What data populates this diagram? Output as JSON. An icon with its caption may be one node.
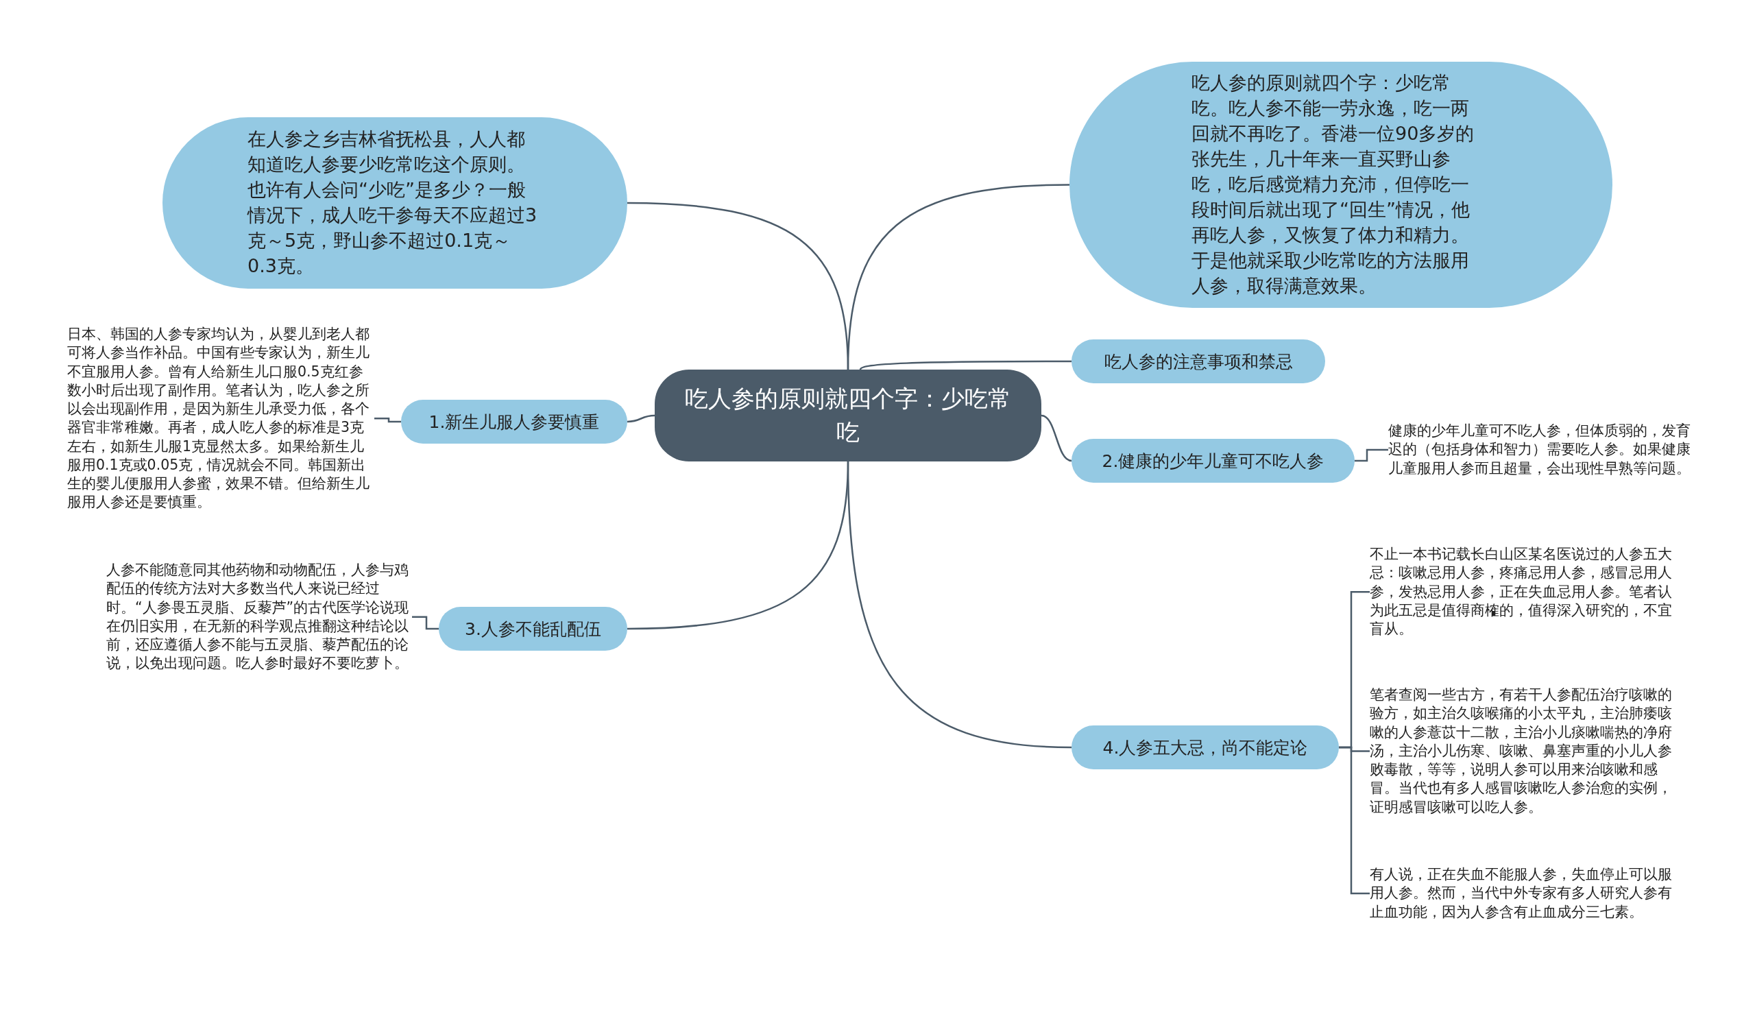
{
  "diagram": {
    "nodes": [
      {
        "text": [
          "吃人参的原则就四个字：少吃常吃"
        ]
      },
      {
        "text": [
          "在人参之乡吉林省抚松县，人人都知道吃人参要少吃常吃这个原则。也许有人会问“少吃”是多少？一般情况下，成人吃干参每天不应超过3克～5克，野山参不超过0.1克～0.3克。"
        ]
      },
      {
        "text": [
          "吃人参的原则就四个字：少吃常吃。吃人参不能一劳永逸，吃一两回就不再吃了。香港一位90多岁的张先生，几十年来一直买野山参吃，吃后感觉精力充沛，但停吃一段时间后就出现了“回生”情况，他再吃人参，又恢复了体力和精力。于是他就采取少吃常吃的方法服用人参，取得满意效果。"
        ]
      },
      {
        "text": [
          "吃人参的注意事项和禁忌"
        ]
      },
      {
        "text": [
          "1.新生儿服人参要慎重"
        ]
      },
      {
        "text": [
          "日本、韩国的人参专家均认为，从婴儿到老人都可将人参当作补品。中国有些专家认为，新生儿不宜服用人参。曾有人给新生儿口服0.5克红参数小时后出现了副作用。笔者认为，吃人参之所以会出现副作用，是因为新生儿承受力低，各个器官非常稚嫩。再者，成人吃人参的标准是3克左右，如新生儿服1克显然太多。如果给新生儿服用0.1克或0.05克，情况就会不同。韩国新出生的婴儿便服用人参蜜，效果不错。但给新生儿服用人参还是要慎重。"
        ]
      },
      {
        "text": [
          "2.健康的少年儿童可不吃人参"
        ]
      },
      {
        "text": [
          "健康的少年儿童可不吃人参，但体质弱的，发育迟的（包括身体和智力）需要吃人参。如果健康儿童服用人参而且超量，会出现性早熟等问题。"
        ]
      },
      {
        "text": [
          "3.人参不能乱配伍"
        ]
      },
      {
        "text": [
          "人参不能随意同其他药物和动物配伍，人参与鸡配伍的传统方法对大多数当代人来说已经过时。“人参畏五灵脂、反藜芦”的古代医学论说现在仍旧实用，在无新的科学观点推翻这种结论以前，还应遵循人参不能与五灵脂、藜芦配伍的论说，以免出现问题。吃人参时最好不要吃萝卜。"
        ]
      },
      {
        "text": [
          "4.人参五大忌，尚不能定论"
        ]
      },
      {
        "text": [
          "不止一本书记载长白山区某名医说过的人参五大忌：咳嗽忌用人参，疼痛忌用人参，感冒忌用人参，发热忌用人参，正在失血忌用人参。笔者认为此五忌是值得商榷的，值得深入研究的，不宜盲从。"
        ]
      },
      {
        "text": [
          "笔者查阅一些古方，有若干人参配伍治疗咳嗽的验方，如主治久咳喉痛的小太平丸，主治肺痿咳嗽的人参薏苡十二散，主治小儿痰嗽喘热的净府汤，主治小儿伤寒、咳嗽、鼻塞声重的小儿人参败毒散，等等，说明人参可以用来治咳嗽和感冒。当代也有多人感冒咳嗽吃人参治愈的实例，证明感冒咳嗽可以吃人参。"
        ]
      },
      {
        "text": [
          "有人说，正在失血不能服人参，失血停止可以服用人参。然而，当代中外专家有多人研究人参有止血功能，因为人参含有止血成分三七素。"
        ]
      }
    ],
    "edges": [
      {
        "from": 0,
        "to": 1,
        "arrow": "none"
      },
      {
        "from": 0,
        "to": 2,
        "arrow": "none"
      },
      {
        "from": 0,
        "to": 3,
        "arrow": "none"
      },
      {
        "from": 0,
        "to": 4,
        "arrow": "none"
      },
      {
        "from": 4,
        "to": 5,
        "arrow": "none"
      },
      {
        "from": 0,
        "to": 6,
        "arrow": "none"
      },
      {
        "from": 6,
        "to": 7,
        "arrow": "none"
      },
      {
        "from": 0,
        "to": 8,
        "arrow": "none"
      },
      {
        "from": 8,
        "to": 9,
        "arrow": "none"
      },
      {
        "from": 0,
        "to": 10,
        "arrow": "none"
      },
      {
        "from": 10,
        "to": 11,
        "arrow": "none"
      },
      {
        "from": 10,
        "to": 12,
        "arrow": "none"
      },
      {
        "from": 10,
        "to": 13,
        "arrow": "none"
      }
    ]
  }
}
